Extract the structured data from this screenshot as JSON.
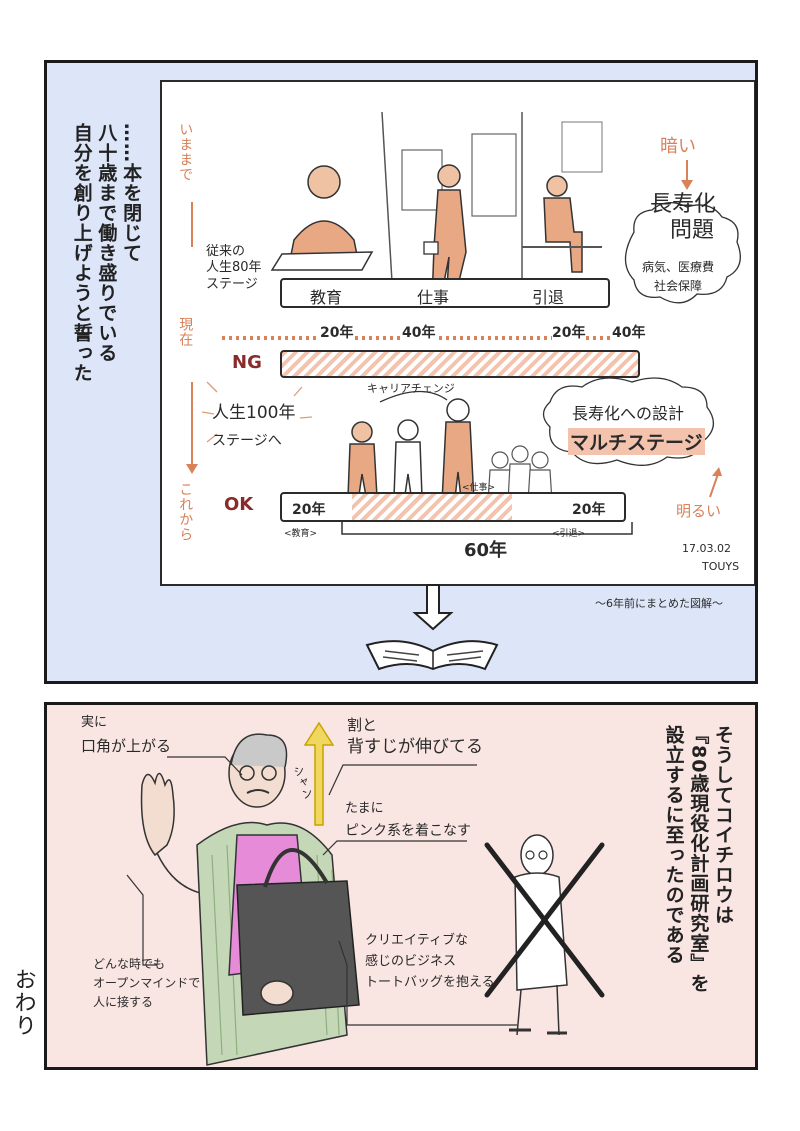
{
  "top_panel": {
    "narration": [
      "……本を閉じて",
      "八十歳まで働き盛りでいる",
      "自分を創り上げようと誓った"
    ],
    "diagram": {
      "timeline": {
        "past": "いままで",
        "present": "現在",
        "future": "これから"
      },
      "traditional_label": [
        "従来の",
        "人生80年",
        "ステージ"
      ],
      "stages": [
        "教育",
        "仕事",
        "引退"
      ],
      "years_ng": [
        "20年",
        "40年",
        "20年",
        "40年"
      ],
      "ng_label": "NG",
      "dark_label": "暗い",
      "longevity_problem": [
        "長寿化",
        "問題"
      ],
      "problem_items": [
        "病気、医療費",
        "社会保障"
      ],
      "new_label": [
        "人生100年",
        "ステージへ"
      ],
      "career_change": "キャリアチェンジ",
      "longevity_design": "長寿化への設計",
      "multi_stage": "マルチステージ",
      "bright_label": "明るい",
      "ok_label": "OK",
      "years_ok": [
        "20年",
        "20年"
      ],
      "years_total": "60年",
      "ok_stage_tags": [
        "<教育>",
        "<仕事>",
        "<引退>"
      ],
      "date": "17.03.02",
      "signature": "TOUYS"
    },
    "caption": "〜6年前にまとめた図解〜"
  },
  "bottom_panel": {
    "narration": [
      "そうしてコイチロウは",
      "『80歳現役化計画研究室』を",
      "設立するに至ったのである"
    ],
    "callouts": {
      "smile": [
        "実に",
        "口角が上がる"
      ],
      "posture": [
        "割と",
        "背すじが伸びてる"
      ],
      "pink": [
        "たまに",
        "ピンク系を着こなす"
      ],
      "openmind": [
        "どんな時でも",
        "オープンマインドで",
        "人に接する"
      ],
      "bag": [
        "クリエイティブな",
        "感じのビジネス",
        "トートバッグを抱える"
      ]
    },
    "sfx": "シャン"
  },
  "end_text": "おわり"
}
